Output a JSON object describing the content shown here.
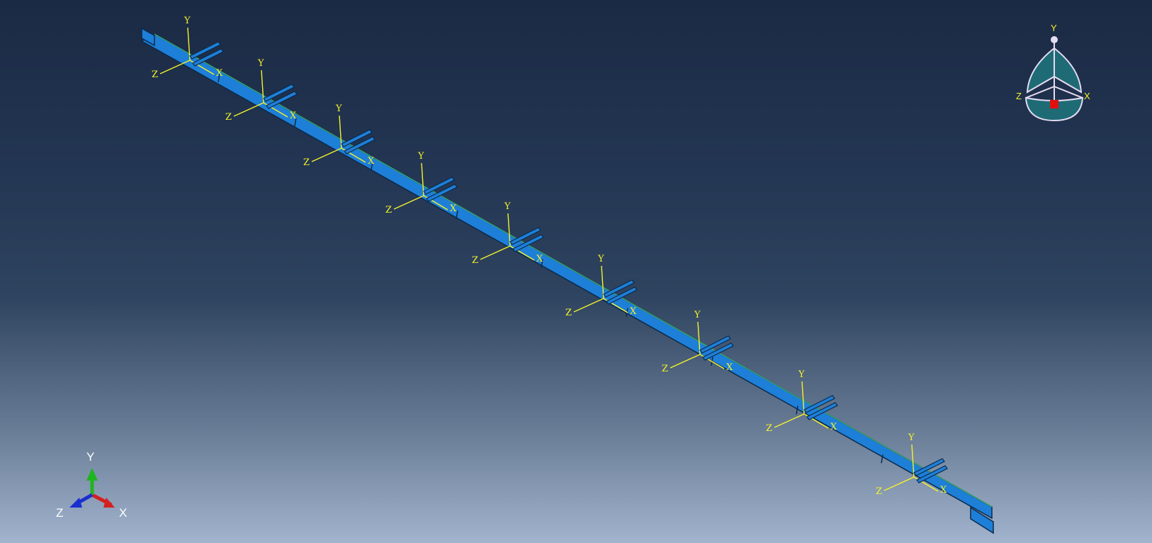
{
  "viewport": {
    "name": "3d-model-viewport",
    "colors": {
      "bg_top": "#1b2a44",
      "bg_bottom": "#a2b4cd",
      "beam_fill": "#1e7fd8",
      "beam_edge": "#0b2a4a",
      "mesh_edge": "#3cb36a",
      "csys_color": "#f5f22a"
    }
  },
  "model": {
    "csys_labels": {
      "x": "X",
      "y": "Y",
      "z": "Z"
    },
    "csys_count": 9
  },
  "triad": {
    "x_label": "X",
    "y_label": "Y",
    "z_label": "Z",
    "colors": {
      "x": "#d42020",
      "y": "#1fb51f",
      "z": "#1a2fd0"
    }
  },
  "view_cube": {
    "x_label": "X",
    "y_label": "Y",
    "z_label": "Z",
    "colors": {
      "face": "#1e6b76",
      "outline": "#e6dcf2",
      "label": "#f5f22a",
      "marker": "#e01010"
    }
  }
}
